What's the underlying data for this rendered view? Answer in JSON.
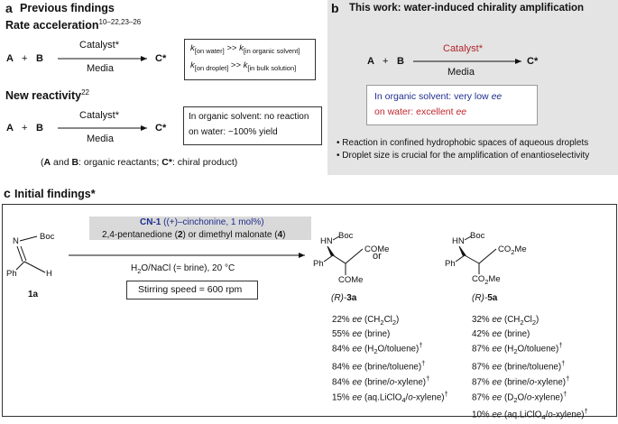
{
  "panel_a": {
    "letter": "a",
    "title": "Previous findings",
    "rate_heading": "Rate acceleration",
    "rate_refs": "10–22,23–26",
    "row1": {
      "reactant_a": "A",
      "plus": "+",
      "reactant_b": "B",
      "catalyst": "Catalyst*",
      "media": "Media",
      "product": "C*"
    },
    "box1": {
      "k1_left": "k",
      "k1_left_sub": "[on water]",
      "k1_op": ">>",
      "k1_right": "k",
      "k1_right_sub": "[in organic solvent]",
      "k2_left": "k",
      "k2_left_sub": "[on droplet]",
      "k2_op": ">>",
      "k2_right": "k",
      "k2_right_sub": "[in bulk solution]"
    },
    "new_heading": "New reactivity",
    "new_refs": "22",
    "row2": {
      "reactant_a": "A",
      "plus": "+",
      "reactant_b": "B",
      "catalyst": "Catalyst*",
      "media": "Media",
      "product": "C*"
    },
    "box2": {
      "line1": "In organic solvent: no reaction",
      "line2": "on water: ~100% yield"
    },
    "caption": {
      "open": "(",
      "ab": "A",
      "and": " and ",
      "b": "B",
      "mid": ": organic reactants; ",
      "c": "C*",
      "end": ": chiral product)"
    }
  },
  "panel_b": {
    "letter": "b",
    "title": "This work: water-induced chirality amplification",
    "reactant_a": "A",
    "plus": "+",
    "reactant_b": "B",
    "catalyst": "Catalyst*",
    "media": "Media",
    "product": "C*",
    "box": {
      "line1_text": "In organic solvent: very low ",
      "line1_ee": "ee",
      "line2_text": "on water: excellent ",
      "line2_ee": "ee"
    },
    "bullets": [
      "Reaction in confined hydrophobic spaces of aqueous droplets",
      "Droplet size is crucial for the amplification of enantioselectivity"
    ],
    "colors": {
      "panel_bg": "#e4e4e4",
      "catalyst": "#b0252a",
      "blue": "#1f2e8e",
      "red": "#c0262c"
    }
  },
  "panel_c": {
    "letter": "c",
    "title": "Initial findings*",
    "catalyst_name": "CN-1",
    "catalyst_detail": " ((+)–cinchonine, 1 mol%)",
    "reagent_line": "2,4-pentanedione (2) or dimethyl malonate (4)",
    "conditions": "H2O/NaCl (= brine), 20 °C",
    "stirring": "Stirring speed = 600 rpm",
    "or": "or",
    "substrate": {
      "label": "1a",
      "boc": "Boc",
      "n": "N",
      "ph": "Ph",
      "h": "H"
    },
    "product3": {
      "label_config": "(R)-",
      "label_num": "3a",
      "hn": "HN",
      "boc": "Boc",
      "ph": "Ph",
      "come1": "COMe",
      "come2": "COMe"
    },
    "product5": {
      "label_config": "(R)-",
      "label_num": "5a",
      "hn": "HN",
      "boc": "Boc",
      "ph": "Ph",
      "ester1": "CO2Me",
      "ester2": "CO2Me"
    },
    "results_3a": [
      "22% ee (CH2Cl2)",
      "55% ee (brine)",
      "84% ee (H2O/toluene)†",
      "84% ee (brine/toluene)†",
      "84% ee (brine/o-xylene)†",
      "15% ee (aq.LiClO4/o-xylene)†"
    ],
    "results_5a": [
      "32% ee (CH2Cl2)",
      "42% ee (brine)",
      "87% ee (H2O/toluene)†",
      "87% ee (brine/toluene)†",
      "87% ee (brine/o-xylene)†",
      "87% ee (D2O/o-xylene)†",
      "10% ee (aq.LiClO4/o-xylene)†"
    ],
    "colors": {
      "catalyst_box": "#d9d9d9",
      "catalyst_text": "#1f2e8e"
    }
  }
}
